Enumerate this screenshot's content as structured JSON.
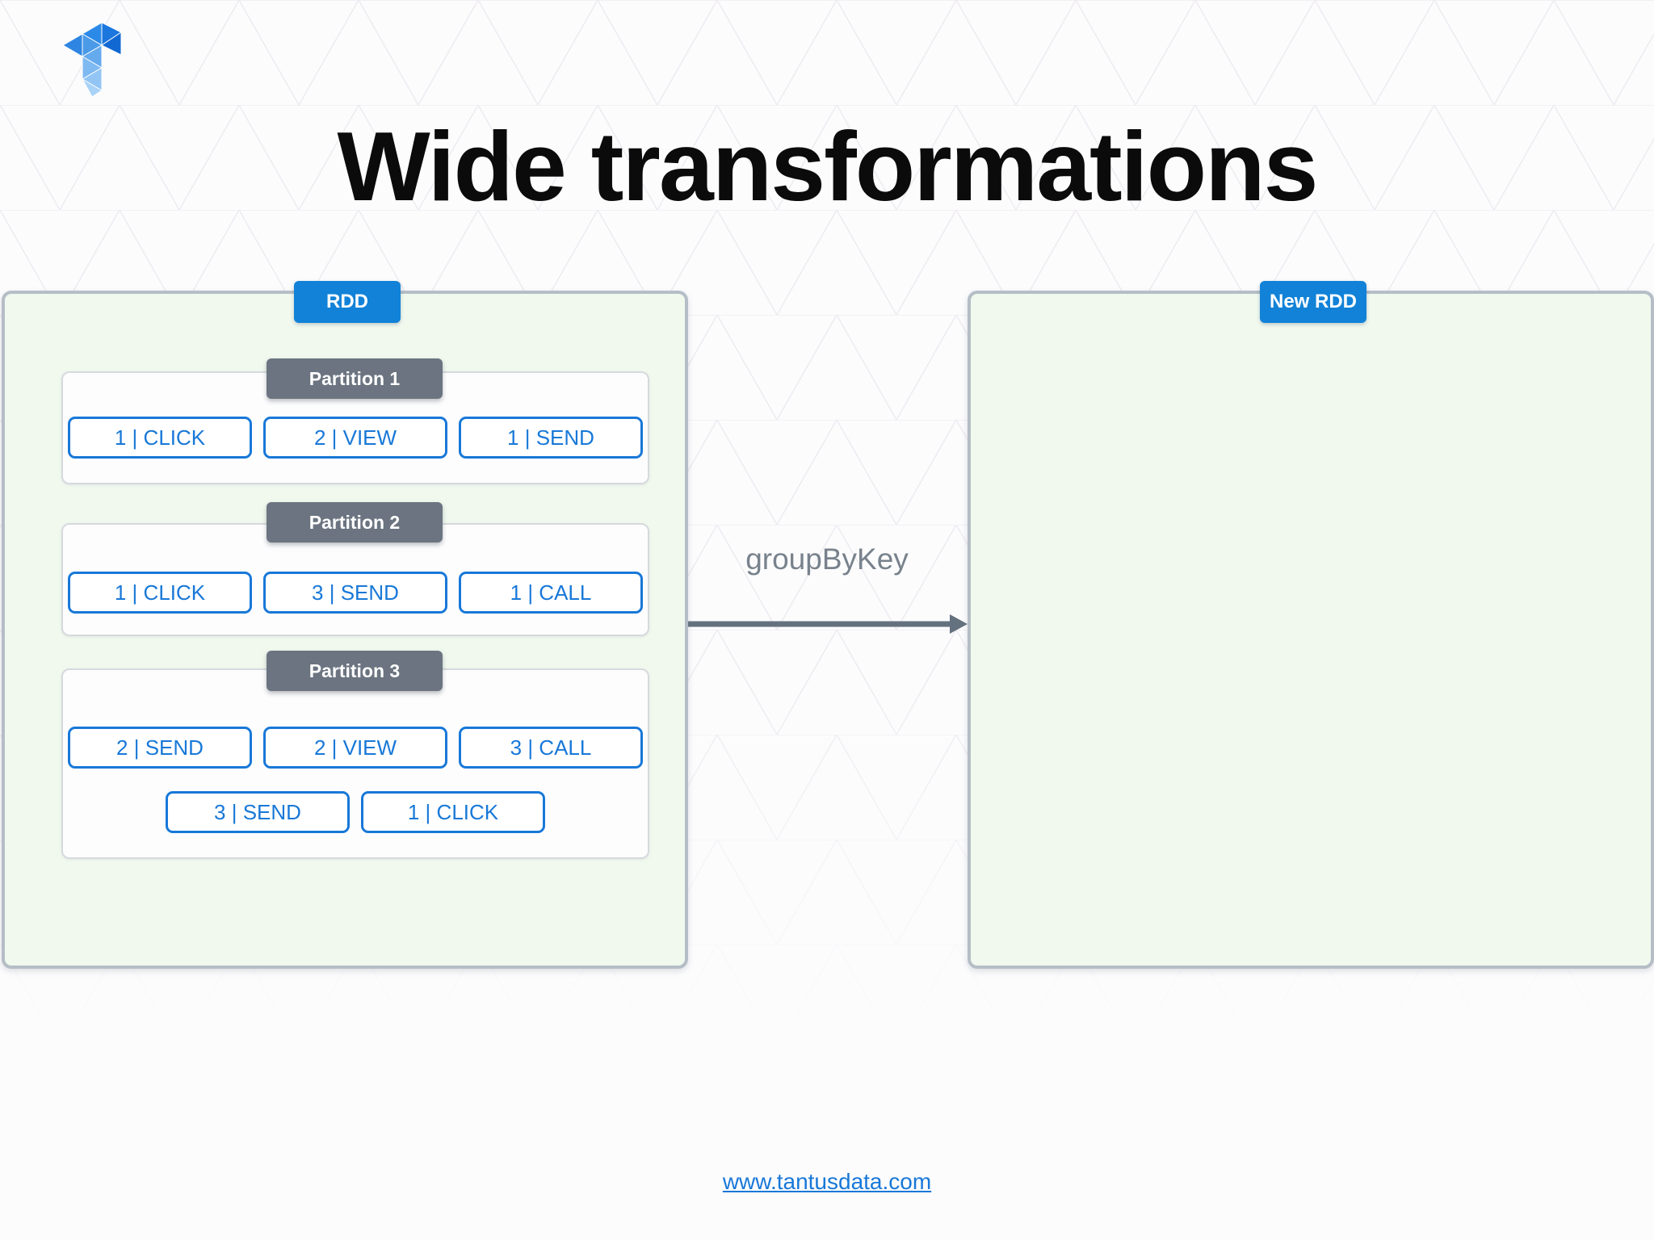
{
  "slide": {
    "title": "Wide transformations",
    "transformation_label": "groupByKey",
    "footer_link": "www.tantusdata.com"
  },
  "source_rdd": {
    "label": "RDD",
    "partitions": [
      {
        "label": "Partition 1",
        "records": [
          "1 | CLICK",
          "2 | VIEW",
          "1 | SEND"
        ]
      },
      {
        "label": "Partition 2",
        "records": [
          "1 | CLICK",
          "3 | SEND",
          "1 | CALL"
        ]
      },
      {
        "label": "Partition 3",
        "records": [
          "2 | SEND",
          "2 | VIEW",
          "3 | CALL",
          "3 | SEND",
          "1 | CLICK"
        ]
      }
    ]
  },
  "target_rdd": {
    "label": "New RDD"
  },
  "colors": {
    "tag_blue": "#1182d8",
    "chip_blue": "#1878d8",
    "partition_header_gray": "#6b7480",
    "panel_green": "#f1f9ef",
    "panel_border": "#b5bec6",
    "arrow_gray": "#64717e",
    "pattern_line": "#efecf1"
  }
}
